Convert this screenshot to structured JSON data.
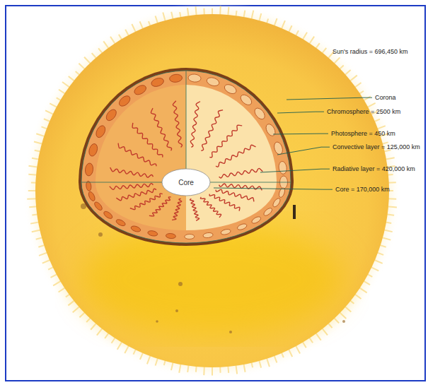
{
  "diagram": {
    "nodes": [
      {
        "text": [
          "Core"
        ]
      }
    ],
    "labels": [
      "Sun's radius = 696,450 km",
      "Corona",
      "Chromosphere = 2500 km",
      "Photosphere = 450 km",
      "Convective layer = 125,000 km",
      "Radiative layer = 420,000 km",
      "Core = 170,000 km"
    ]
  }
}
